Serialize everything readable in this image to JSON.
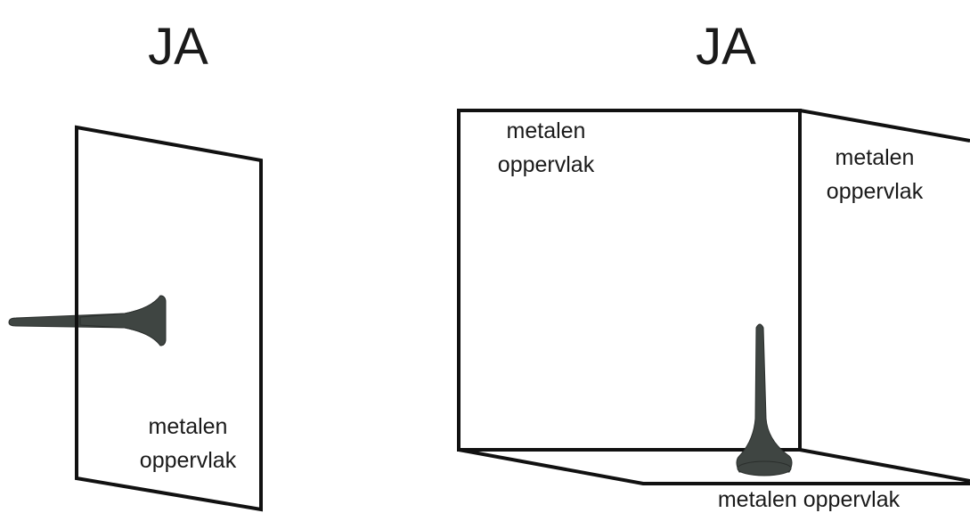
{
  "left_panel": {
    "heading": "JA",
    "surface_label": [
      "metalen",
      "oppervlak"
    ]
  },
  "right_panel": {
    "heading": "JA",
    "back_wall_label": [
      "metalen",
      "oppervlak"
    ],
    "side_wall_label": [
      "metalen",
      "oppervlak"
    ],
    "floor_label": "metalen oppervlak"
  },
  "colors": {
    "line": "#111111",
    "antenna": "#3f4542",
    "text": "#1a1a1a",
    "background": "#ffffff"
  },
  "icons": {
    "left_antenna": "antenna-icon",
    "right_antenna": "antenna-icon"
  }
}
